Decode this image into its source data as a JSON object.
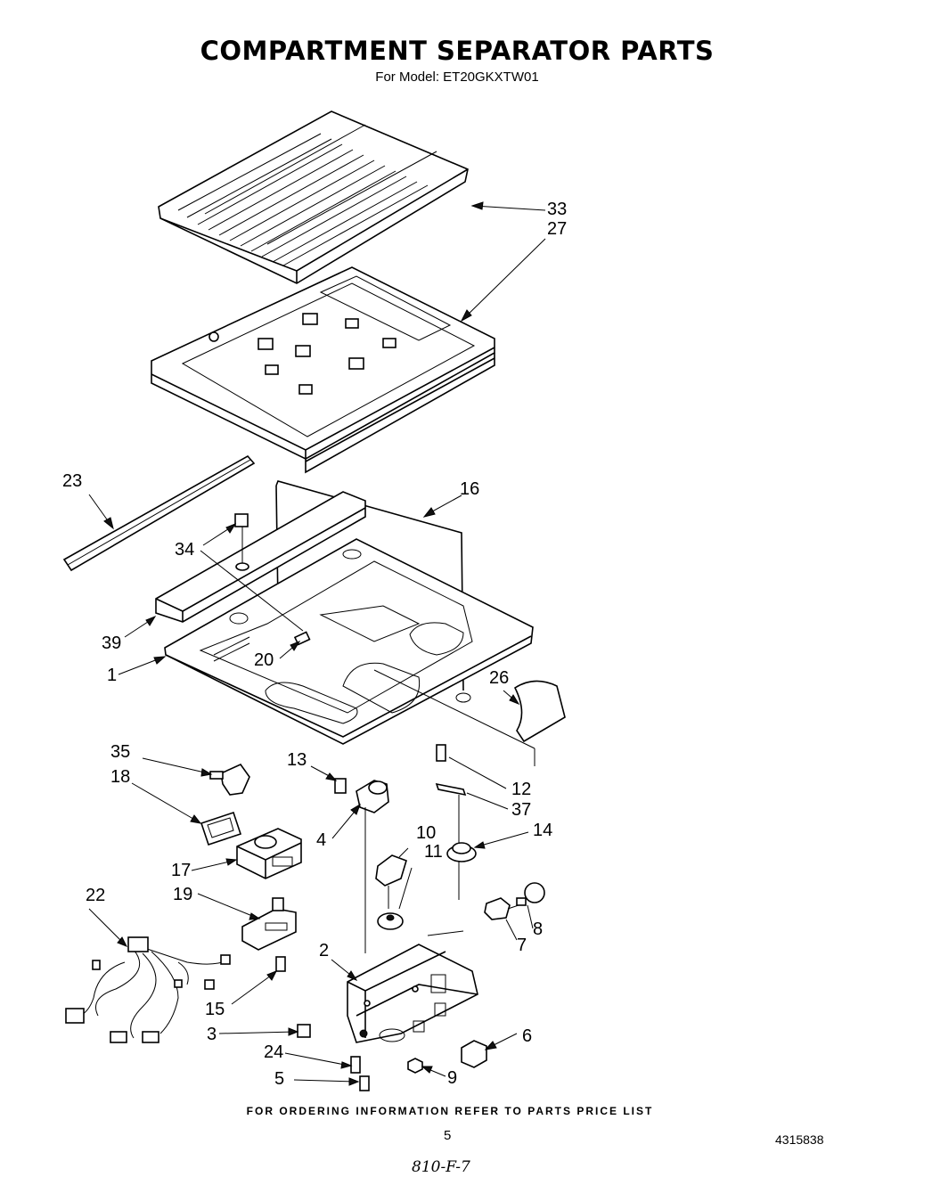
{
  "header": {
    "title": "COMPARTMENT SEPARATOR PARTS",
    "model": "For Model: ET20GKXTW01"
  },
  "callouts": {
    "c33": "33",
    "c27": "27",
    "c23": "23",
    "c16": "16",
    "c34": "34",
    "c39": "39",
    "c20": "20",
    "c1": "1",
    "c26": "26",
    "c35": "35",
    "c18": "18",
    "c13": "13",
    "c12": "12",
    "c37": "37",
    "c4": "4",
    "c10": "10",
    "c11": "11",
    "c14": "14",
    "c17": "17",
    "c22": "22",
    "c19": "19",
    "c8": "8",
    "c7": "7",
    "c2": "2",
    "c15": "15",
    "c6": "6",
    "c3": "3",
    "c24": "24",
    "c9": "9",
    "c5": "5"
  },
  "footer": {
    "ordering": "FOR ORDERING INFORMATION REFER TO PARTS PRICE LIST",
    "page": "5",
    "doc_number": "4315838",
    "handwritten": "810-F-7"
  }
}
